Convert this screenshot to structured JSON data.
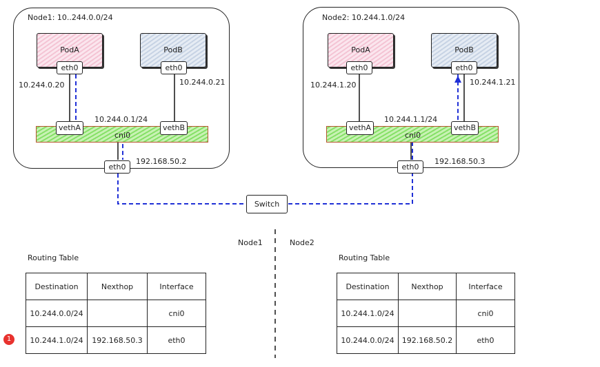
{
  "node1": {
    "title": "Node1: 10..244.0.0/24",
    "podA": "PodA",
    "podB": "PodB",
    "podA_eth": "eth0",
    "podB_eth": "eth0",
    "podA_ip": "10.244.0.20",
    "podB_ip": "10.244.0.21",
    "vethA": "vethA",
    "vethB": "vethB",
    "bridge_ip": "10.244.0.1/24",
    "bridge_name": "cni0",
    "host_eth": "eth0",
    "host_ip": "192.168.50.2"
  },
  "node2": {
    "title": "Node2: 10.244.1.0/24",
    "podA": "PodA",
    "podB": "PodB",
    "podA_eth": "eth0",
    "podB_eth": "eth0",
    "podA_ip": "10.244.1.20",
    "podB_ip": "10.244.1.21",
    "vethA": "vethA",
    "vethB": "vethB",
    "bridge_ip": "10.244.1.1/24",
    "bridge_name": "cni0",
    "host_eth": "eth0",
    "host_ip": "192.168.50.3"
  },
  "switch_label": "Switch",
  "divider": {
    "left": "Node1",
    "right": "Node2"
  },
  "table1": {
    "title": "Routing Table",
    "headers": [
      "Destination",
      "Nexthop",
      "Interface"
    ],
    "rows": [
      [
        "10.244.0.0/24",
        "",
        "cni0"
      ],
      [
        "10.244.1.0/24",
        "192.168.50.3",
        "eth0"
      ]
    ]
  },
  "table2": {
    "title": "Routing Table",
    "headers": [
      "Destination",
      "Nexthop",
      "Interface"
    ],
    "rows": [
      [
        "10.244.1.0/24",
        "",
        "cni0"
      ],
      [
        "10.244.0.0/24",
        "192.168.50.2",
        "eth0"
      ]
    ]
  },
  "badge": "1",
  "colors": {
    "path": "#1f2fd6",
    "podA": "#f4c4d4",
    "podB": "#c7d3e4",
    "bridge": "#86e067",
    "badge": "#e8322e"
  }
}
